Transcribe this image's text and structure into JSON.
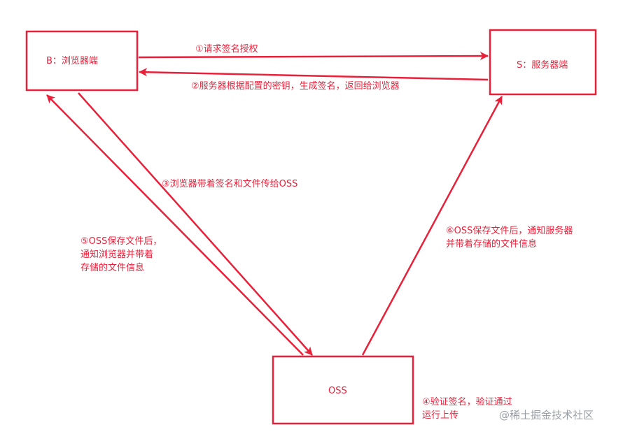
{
  "colors": {
    "stroke": "#e8213a",
    "label": "#e8213a",
    "watermark": "#9aa0a6"
  },
  "nodes": {
    "browser": "B：浏览器端",
    "server": "S：服务器端",
    "oss": "OSS"
  },
  "edges": {
    "step1": "①请求签名授权",
    "step2": "②服务器根据配置的密钥，生成签名，返回给浏览器",
    "step3": "③浏览器带着签名和文件传给OSS",
    "step4": "④验证签名，验证通过\n运行上传",
    "step5": "⑤OSS保存文件后，\n通知浏览器并带着\n存储的文件信息",
    "step6": "⑥OSS保存文件后，通知服务器\n并带着存储的文件信息"
  },
  "watermark": "@稀土掘金技术社区"
}
